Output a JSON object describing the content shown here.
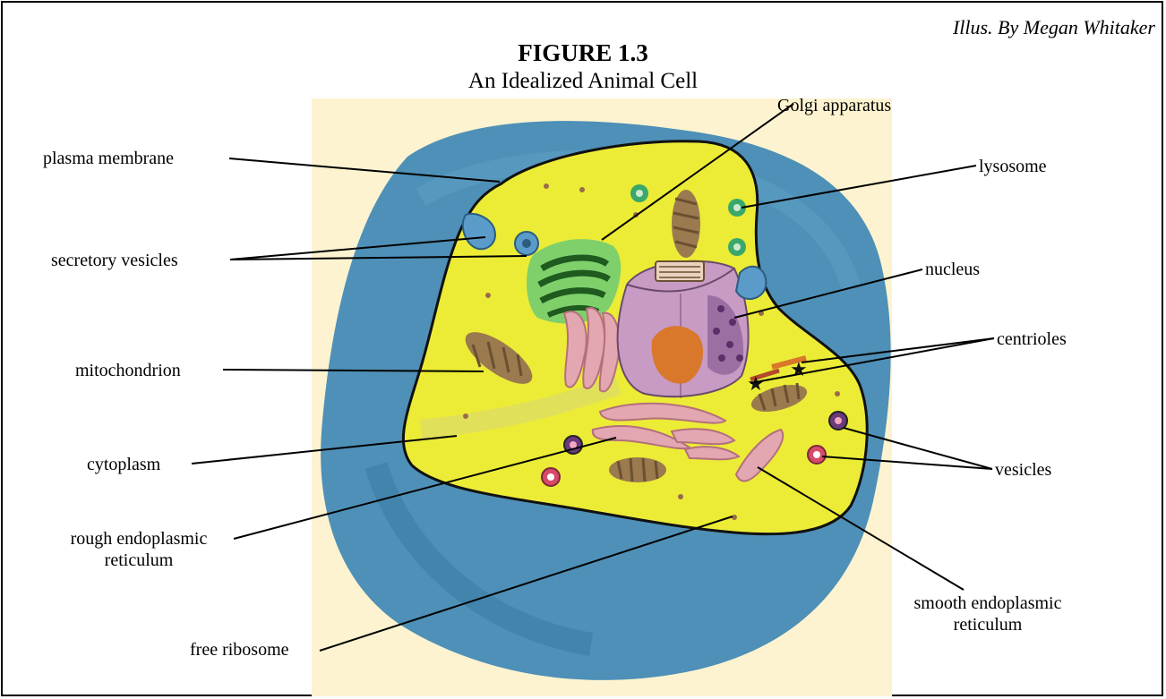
{
  "figure": {
    "credit": "Illus. By Megan Whitaker",
    "title": "FIGURE 1.3",
    "subtitle": "An Idealized Animal Cell"
  },
  "labels": {
    "golgi": "Golgi apparatus",
    "plasma_membrane": "plasma membrane",
    "lysosome": "lysosome",
    "secretory_vesicles": "secretory vesicles",
    "nucleus": "nucleus",
    "centrioles": "centrioles",
    "mitochondrion": "mitochondrion",
    "cytoplasm": "cytoplasm",
    "vesicles": "vesicles",
    "rough_er_line1": "rough endoplasmic",
    "rough_er_line2": "reticulum",
    "smooth_er_line1": "smooth endoplasmic",
    "smooth_er_line2": "reticulum",
    "free_ribosome": "free ribosome"
  },
  "colors": {
    "background_panel": "#fdf3d0",
    "extracellular": "#3f88b4",
    "cytoplasm": "#ecec36",
    "nucleus": "#c79bc4",
    "nucleolus": "#d9772b",
    "golgi": "#2f7a2f",
    "mitochondria": "#9a7a4e",
    "er": "#e2a7b1",
    "lysosome": "#3aa86a",
    "vesicle": "#5b9bc9"
  }
}
